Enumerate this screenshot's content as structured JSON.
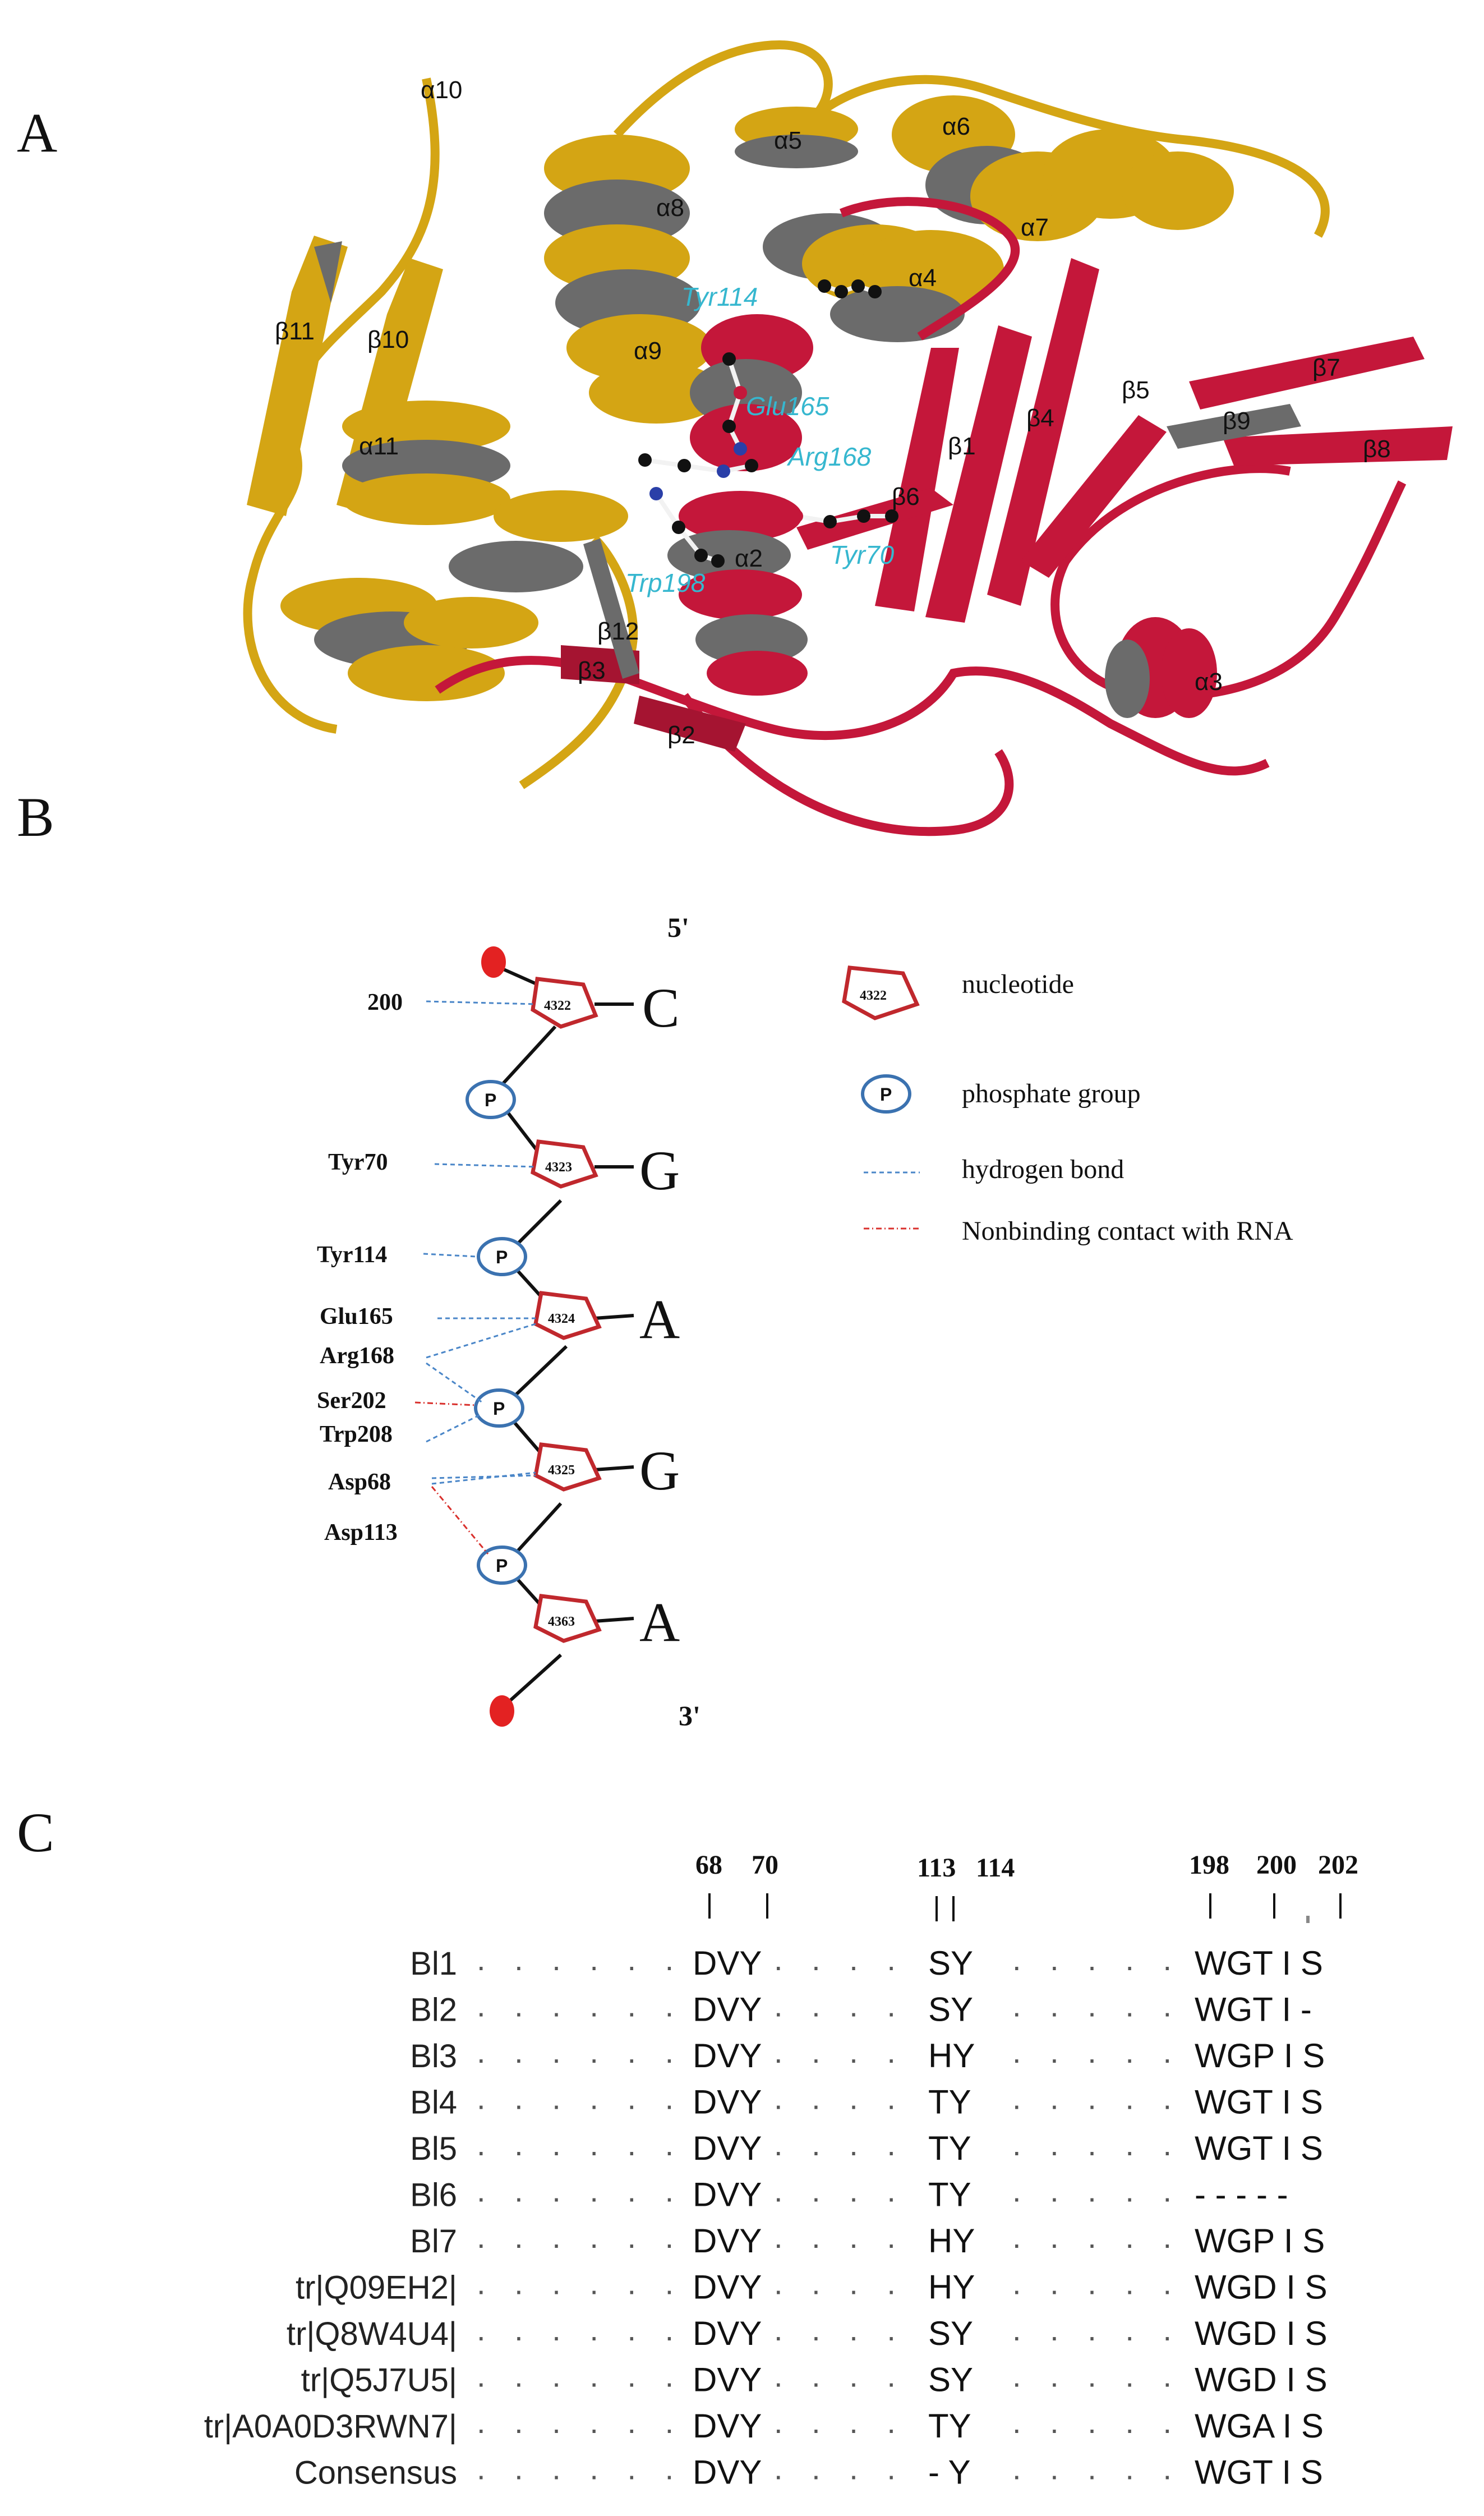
{
  "panels": {
    "a": "A",
    "b": "B",
    "c": "C"
  },
  "panel_a": {
    "helix_labels": [
      "α10",
      "α8",
      "α9",
      "α11",
      "α5",
      "α6",
      "α7",
      "α4",
      "α2",
      "α3"
    ],
    "strand_labels": [
      "β11",
      "β10",
      "β12",
      "β3",
      "β2",
      "β1",
      "β4",
      "β5",
      "β6",
      "β7",
      "β8",
      "β9"
    ],
    "residue_labels": [
      "Tyr114",
      "Glu165",
      "Arg168",
      "Tyr70",
      "Trp198"
    ],
    "colors": {
      "domain1": "#d4a514",
      "domain2": "#c4173a",
      "ribbon_back": "#6b6b6b",
      "residue_label": "#36b7cf"
    }
  },
  "panel_b": {
    "five_prime": "5'",
    "three_prime": "3'",
    "nucleotides": [
      {
        "id": "4322",
        "base": "C"
      },
      {
        "id": "4323",
        "base": "G"
      },
      {
        "id": "4324",
        "base": "A"
      },
      {
        "id": "4325",
        "base": "G"
      },
      {
        "id": "4363",
        "base": "A"
      }
    ],
    "phosphate": "P",
    "residues": [
      "200",
      "Tyr70",
      "Tyr114",
      "Glu165",
      "Arg168",
      "Ser202",
      "Trp208",
      "Asp68",
      "Asp113"
    ],
    "legend": {
      "nucleotide_id": "4322",
      "nucleotide": "nucleotide",
      "phosphate_group": "phosphate group",
      "hydrogen_bond": "hydrogen bond",
      "nonbinding": "Nonbinding contact with RNA"
    },
    "colors": {
      "nucleotide": "#c0282d",
      "phosphate": "#3b72b0",
      "hbond": "#4a86c8",
      "nonbinding": "#d9302c"
    }
  },
  "panel_c": {
    "positions": [
      "68",
      "70",
      "113",
      "114",
      "198",
      "200",
      "202"
    ],
    "rows": [
      {
        "name": "Bl1",
        "g1": "DVY",
        "g2": "SY",
        "g3": "WGT I S"
      },
      {
        "name": "Bl2",
        "g1": "DVY",
        "g2": "SY",
        "g3": "WGT I -"
      },
      {
        "name": "Bl3",
        "g1": "DVY",
        "g2": "HY",
        "g3": "WGP I S"
      },
      {
        "name": "Bl4",
        "g1": "DVY",
        "g2": "TY",
        "g3": "WGT I S"
      },
      {
        "name": "Bl5",
        "g1": "DVY",
        "g2": "TY",
        "g3": "WGT I S"
      },
      {
        "name": "Bl6",
        "g1": "DVY",
        "g2": "TY",
        "g3": "- - - - -"
      },
      {
        "name": "Bl7",
        "g1": "DVY",
        "g2": "HY",
        "g3": "WGP I S"
      },
      {
        "name": "tr|Q09EH2|",
        "g1": "DVY",
        "g2": "HY",
        "g3": "WGD I S"
      },
      {
        "name": "tr|Q8W4U4|",
        "g1": "DVY",
        "g2": "SY",
        "g3": "WGD I S"
      },
      {
        "name": "tr|Q5J7U5|",
        "g1": "DVY",
        "g2": "SY",
        "g3": "WGD I S"
      },
      {
        "name": "tr|A0A0D3RWN7|",
        "g1": "DVY",
        "g2": "TY",
        "g3": "WGA I S"
      },
      {
        "name": "Consensus",
        "g1": "DVY",
        "g2": "- Y",
        "g3": "WGT I S"
      }
    ]
  }
}
